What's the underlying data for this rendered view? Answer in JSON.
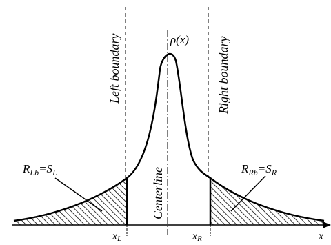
{
  "labels": {
    "function": "ρ(x)",
    "left_boundary": "Left boundary",
    "right_boundary": "Right boundary",
    "centerline": "Centerline",
    "left_region": {
      "main": "R",
      "sub1": "Lb",
      "eq": "=S",
      "sub2": "L"
    },
    "right_region": {
      "main": "R",
      "sub1": "Rb",
      "eq": "=S",
      "sub2": "R"
    },
    "x_left": {
      "main": "x",
      "sub": "L"
    },
    "x_right": {
      "main": "x",
      "sub": "R"
    },
    "x_axis": "x"
  },
  "colors": {
    "ink": "#000000",
    "background": "#ffffff"
  }
}
